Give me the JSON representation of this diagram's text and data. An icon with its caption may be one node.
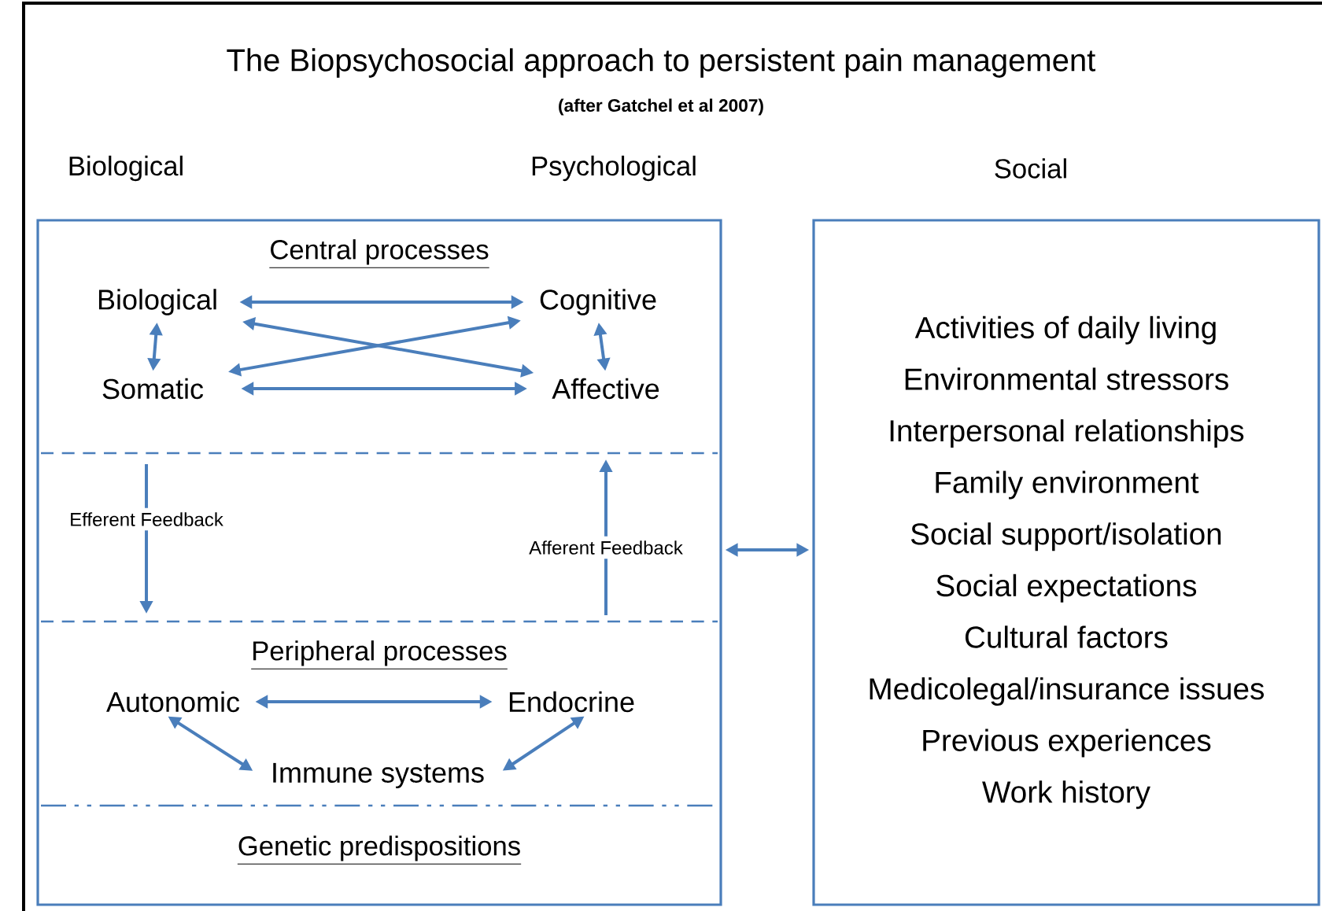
{
  "diagram": {
    "title": "The Biopsychosocial approach to persistent pain management",
    "nodes": [
      {
        "text": [],
        "shape": "box"
      },
      {
        "text": [
          "Central processes"
        ],
        "in": 0
      },
      {
        "text": [
          "Biological"
        ],
        "in": 0
      },
      {
        "text": [
          "Cognitive"
        ],
        "in": 0
      },
      {
        "text": [
          "Somatic"
        ],
        "in": 0
      },
      {
        "text": [
          "Affective"
        ],
        "in": 0
      },
      {
        "text": [
          "Peripheral processes"
        ],
        "in": 0
      },
      {
        "text": [
          "Autonomic"
        ],
        "in": 0
      },
      {
        "text": [
          "Endocrine"
        ],
        "in": 0
      },
      {
        "text": [
          "Immune systems"
        ],
        "in": 0
      },
      {
        "text": [
          "Genetic predispositions"
        ],
        "in": 0
      },
      {
        "text": [
          "Activities of daily living",
          "Environmental stressors",
          "Interpersonal relationships",
          "Family environment",
          "Social support/isolation",
          "Social expectations",
          "Cultural factors",
          "Medicolegal/insurance issues",
          "Previous experiences",
          "Work history"
        ]
      }
    ],
    "edges": [
      {
        "from": 2,
        "to": 3,
        "arrow": "both"
      },
      {
        "from": 2,
        "to": 5,
        "arrow": "both"
      },
      {
        "from": 4,
        "to": 3,
        "arrow": "both"
      },
      {
        "from": 4,
        "to": 5,
        "arrow": "both"
      },
      {
        "from": 2,
        "to": 4,
        "arrow": "both"
      },
      {
        "from": 3,
        "to": 5,
        "arrow": "both"
      },
      {
        "from": 7,
        "to": 8,
        "arrow": "both"
      },
      {
        "from": 7,
        "to": 9,
        "arrow": "both"
      },
      {
        "from": 8,
        "to": 9,
        "arrow": "both"
      },
      {
        "from": 0,
        "to": 11,
        "arrow": "both"
      }
    ],
    "labels": [
      "(after Gatchel et al 2007)",
      "Biological",
      "Psychological",
      "Social",
      "Efferent Feedback",
      "Afferent Feedback"
    ]
  }
}
